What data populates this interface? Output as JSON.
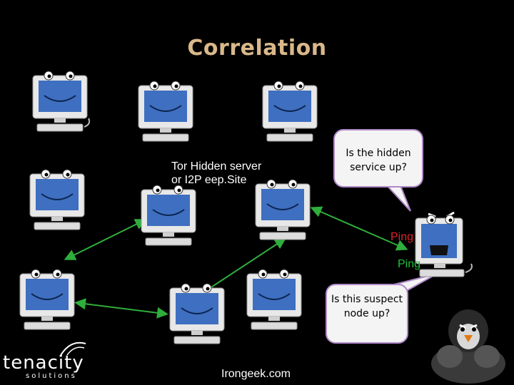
{
  "slide": {
    "title": "Correlation",
    "tor_label_line1": "Tor Hidden server",
    "tor_label_line2": "or I2P eep.Site",
    "bubble_hidden": "Is the hidden service up?",
    "bubble_node": "Is this suspect node up?",
    "ping_red": "Ping",
    "ping_green": "Ping",
    "footer": "Irongeek.com"
  },
  "logo": {
    "text": "tenacity",
    "subtext": "solutions"
  },
  "colors": {
    "title": "#d9b88a",
    "link": "#2fae3c",
    "bubble_border": "#b08ac8",
    "ping_red": "#e0222a",
    "ping_green": "#1fc43a"
  }
}
